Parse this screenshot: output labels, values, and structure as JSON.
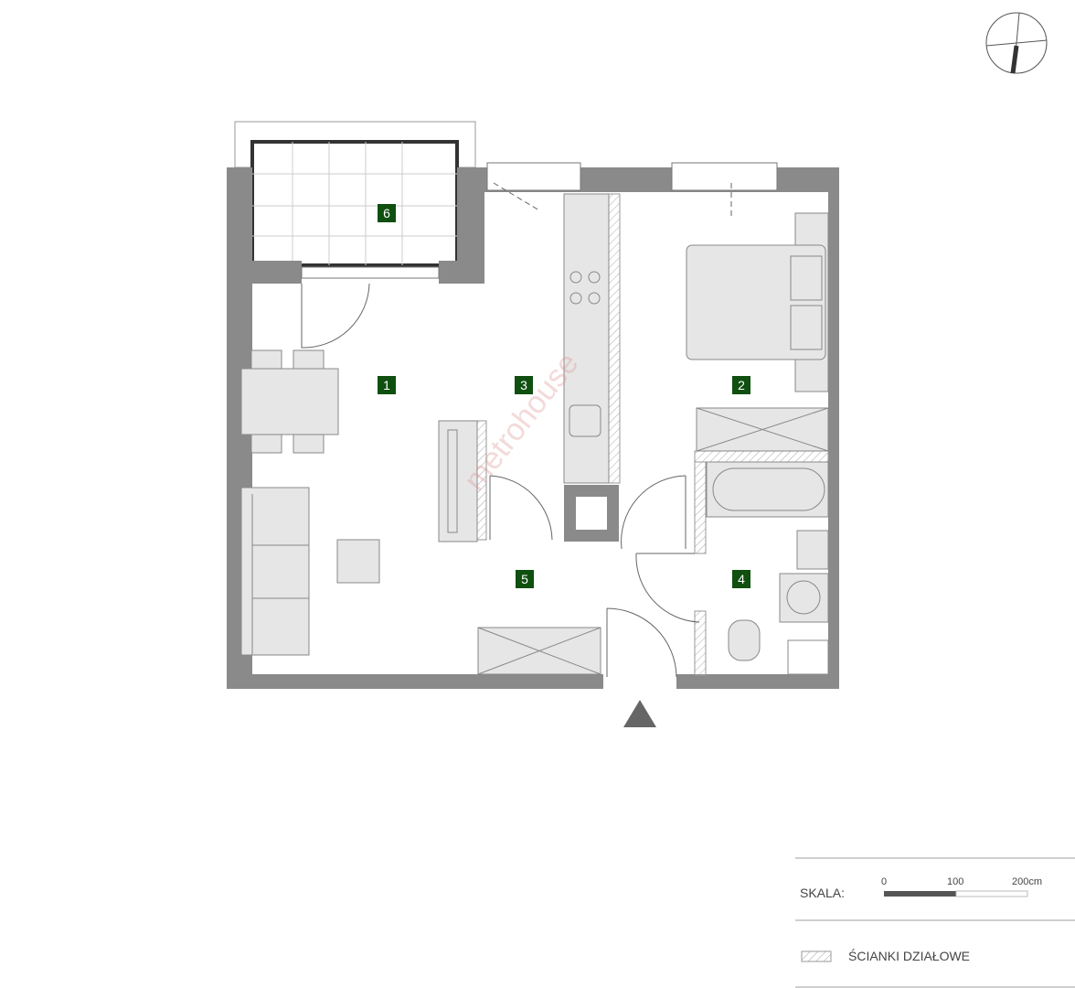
{
  "rooms": [
    {
      "number": "1"
    },
    {
      "number": "2"
    },
    {
      "number": "3"
    },
    {
      "number": "4"
    },
    {
      "number": "5"
    },
    {
      "number": "6"
    }
  ],
  "watermark": "metrohouse",
  "legend": {
    "scale_label": "SKALA:",
    "scale_ticks": [
      "0",
      "100",
      "200cm"
    ],
    "partition_label": "ŚCIANKI DZIAŁOWE"
  },
  "colors": {
    "wall": "#8a8a8a",
    "furniture": "#e6e6e6",
    "room_label": "#0f4f10"
  }
}
